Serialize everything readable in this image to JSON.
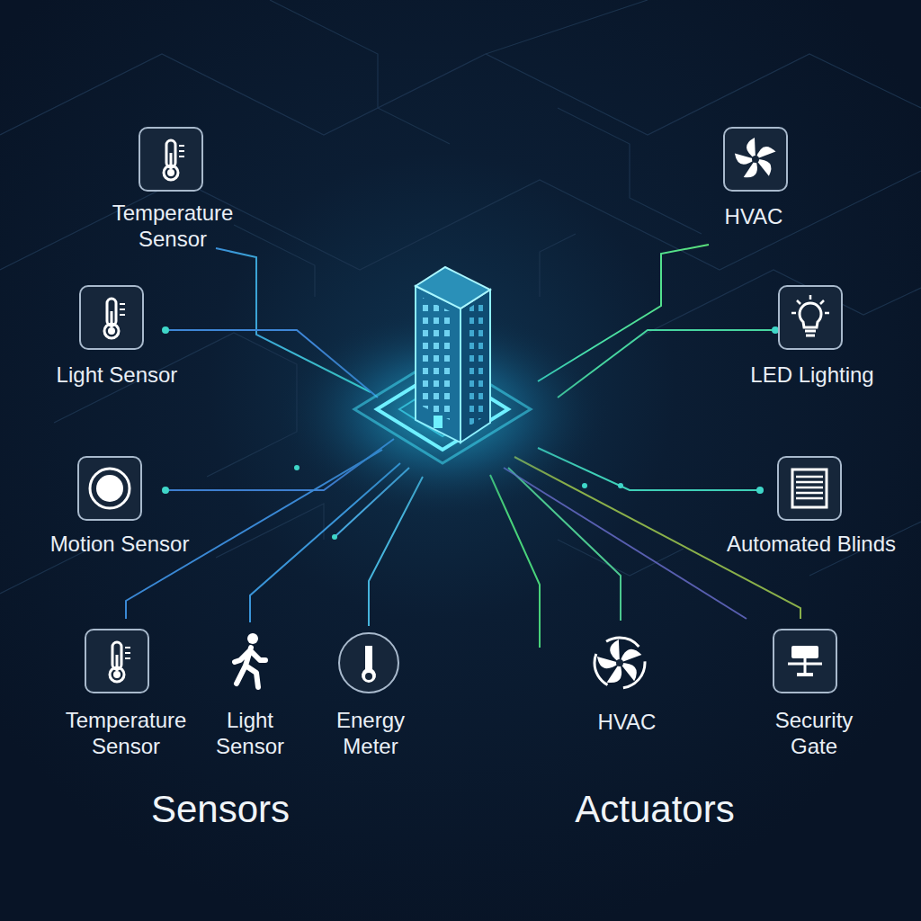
{
  "diagram": {
    "nodes": [
      {
        "text": [
          "Temperature Sensor"
        ]
      },
      {
        "text": [
          "HVAC"
        ]
      },
      {
        "text": [
          "Light Sensor"
        ]
      },
      {
        "text": [
          "LED Lighting"
        ]
      },
      {
        "text": [
          "Motion Sensor"
        ]
      },
      {
        "text": [
          "Automated Blinds"
        ]
      },
      {
        "text": [
          "Temperature Sensor"
        ]
      },
      {
        "text": [
          "Light Sensor"
        ]
      },
      {
        "text": [
          "Energy Meter"
        ]
      },
      {
        "text": [
          "HVAC"
        ]
      },
      {
        "text": [
          "Security Gate"
        ]
      }
    ],
    "labels": [
      "Sensors",
      "Actuators"
    ]
  }
}
